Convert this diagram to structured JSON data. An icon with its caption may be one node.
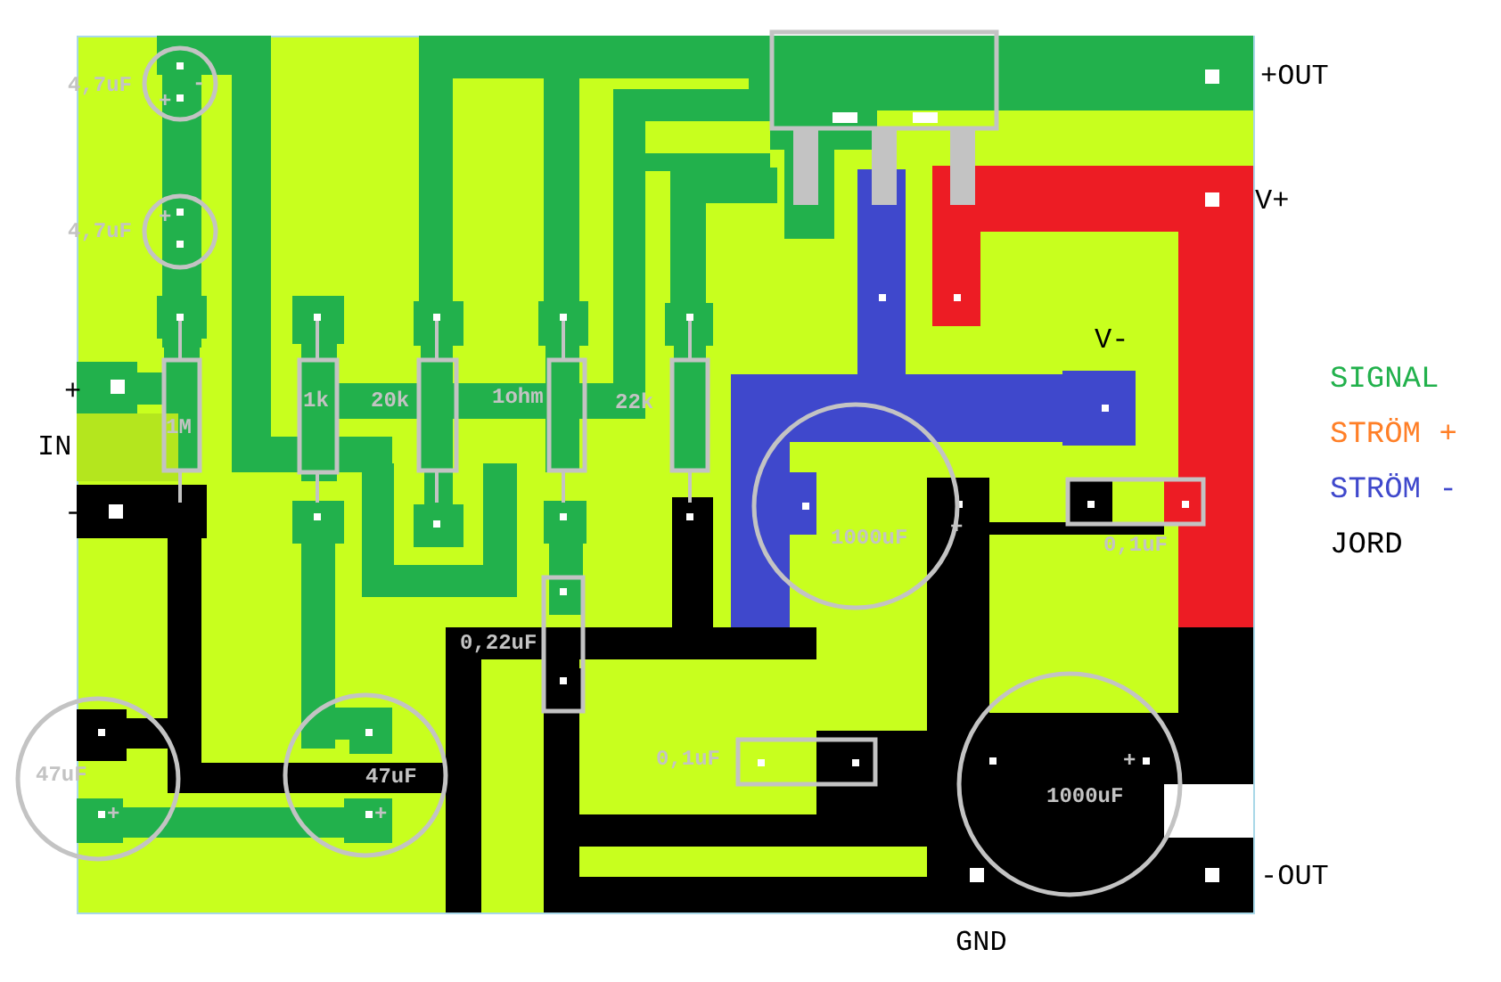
{
  "diagram": {
    "labels": [
      "4,7uF",
      "-",
      "+",
      "+OUT",
      "4,7uF",
      "+",
      "V+",
      "V-",
      "+",
      "1k",
      "20k",
      "1ohm",
      "22k",
      "IN",
      "1M",
      "-",
      "1000uF",
      "+",
      "0,1uF",
      "0,22uF",
      "0,1uF",
      "47uF",
      "47uF",
      "+",
      "+",
      "+",
      "1000uF",
      "-OUT",
      "GND"
    ],
    "legend": [
      {
        "text": "SIGNAL",
        "color": "#22b14c"
      },
      {
        "text": "STRÖM +",
        "color": "#ff7f27"
      },
      {
        "text": "STRÖM -",
        "color": "#3f48cc"
      },
      {
        "text": "JORD",
        "color": "#000000"
      }
    ]
  }
}
